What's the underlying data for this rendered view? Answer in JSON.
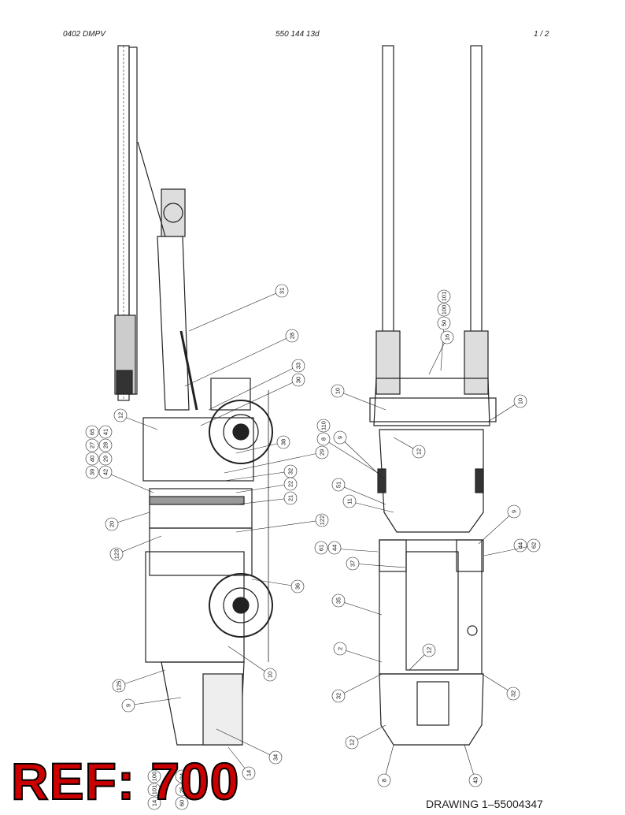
{
  "header": {
    "left": "0402 DMPV",
    "center": "550 144 13d",
    "page": "1 /  2"
  },
  "ref_label": "REF: 700",
  "drawing_number": "DRAWING 1–55004347",
  "side_view": {
    "callouts": [
      "31",
      "28",
      "33",
      "30",
      "12",
      "65",
      "41",
      "27",
      "28",
      "40",
      "29",
      "39",
      "42",
      "38",
      "29",
      "32",
      "22",
      "21",
      "20",
      "123",
      "122",
      "36",
      "10",
      "125",
      "9",
      "34",
      "14",
      "14",
      "101",
      "100",
      "60",
      "25",
      "24"
    ]
  },
  "top_view": {
    "callouts": [
      "101",
      "100",
      "50",
      "16",
      "10",
      "110",
      "8",
      "9",
      "12",
      "10",
      "51",
      "11",
      "9",
      "61",
      "44",
      "44",
      "62",
      "37",
      "35",
      "2",
      "12",
      "32",
      "32",
      "12",
      "8",
      "43"
    ]
  },
  "colors": {
    "ref_fill": "#cc0000",
    "line": "#222222"
  }
}
